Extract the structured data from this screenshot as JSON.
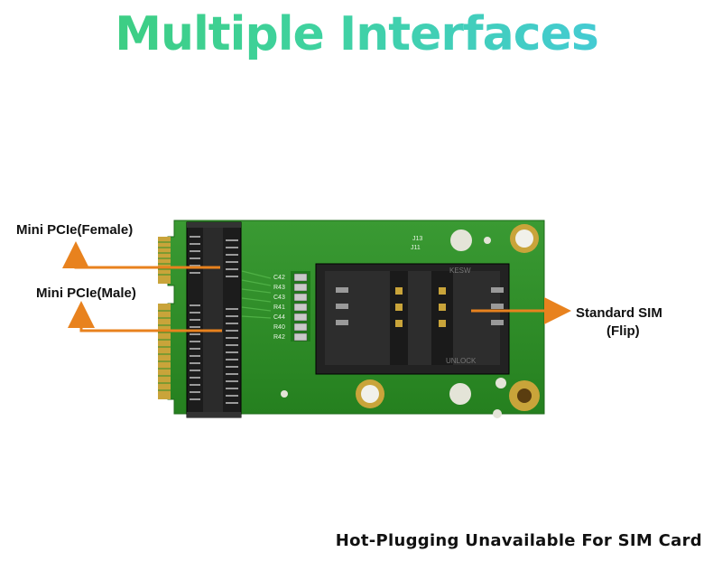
{
  "title": "Multiple Interfaces",
  "labels": {
    "mini_pcie_female": "Mini PCIe(Female)",
    "mini_pcie_male": "Mini PCIe(Male)",
    "standard_sim_line1": "Standard SIM",
    "standard_sim_line2": "(Flip)"
  },
  "footer": "Hot-Plugging Unavailable For SIM Card",
  "board_markings": {
    "j13": "J13",
    "j11": "J11",
    "components": [
      "C42",
      "R43",
      "C43",
      "R41",
      "C44",
      "R40",
      "R42"
    ],
    "sim_text_top": "KESW",
    "sim_text_bottom": "UNLOCK"
  },
  "colors": {
    "board_green": "#2f8f2a",
    "arrow_orange": "#e8821e",
    "title_start": "#3ccc74",
    "title_end": "#46c8e8"
  }
}
